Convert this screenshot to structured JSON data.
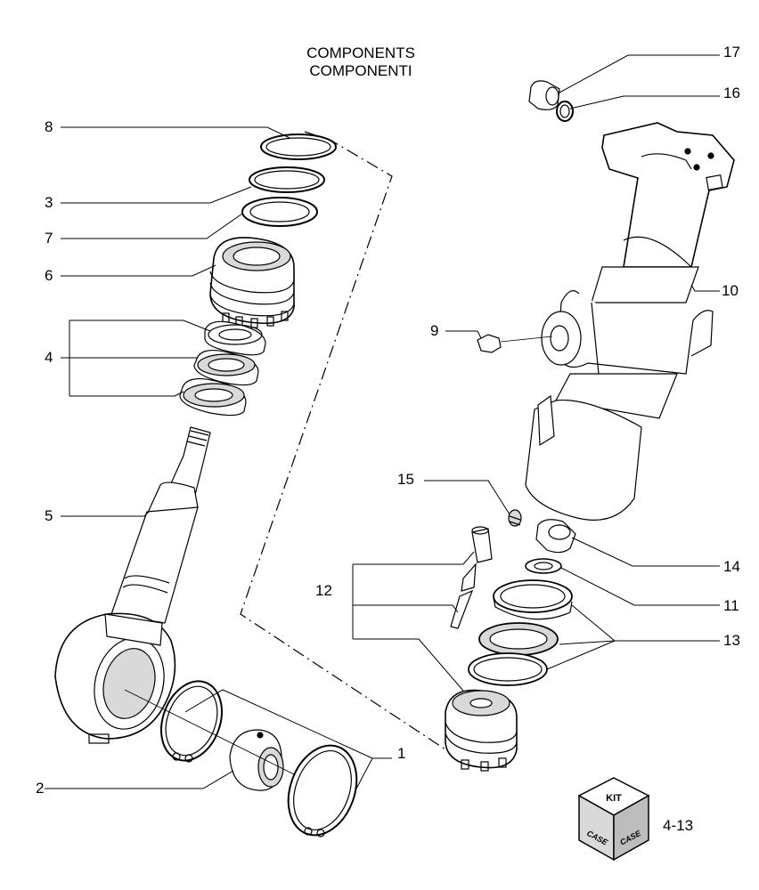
{
  "header": {
    "title_en": "COMPONENTS",
    "title_it": "COMPONENTI"
  },
  "callouts": [
    {
      "id": "1",
      "label": "1"
    },
    {
      "id": "2",
      "label": "2"
    },
    {
      "id": "3",
      "label": "3"
    },
    {
      "id": "4",
      "label": "4"
    },
    {
      "id": "5",
      "label": "5"
    },
    {
      "id": "6",
      "label": "6"
    },
    {
      "id": "7",
      "label": "7"
    },
    {
      "id": "8",
      "label": "8"
    },
    {
      "id": "9",
      "label": "9"
    },
    {
      "id": "10",
      "label": "10"
    },
    {
      "id": "11",
      "label": "11"
    },
    {
      "id": "12",
      "label": "12"
    },
    {
      "id": "13",
      "label": "13"
    },
    {
      "id": "14",
      "label": "14"
    },
    {
      "id": "15",
      "label": "15"
    },
    {
      "id": "16",
      "label": "16"
    },
    {
      "id": "17",
      "label": "17"
    }
  ],
  "badge": {
    "kit_text": "KIT",
    "brand_text": "CASE"
  },
  "footer": {
    "page_number": "4-13"
  },
  "colors": {
    "ink": "#000000",
    "paper": "#ffffff",
    "shade": "#d9d9d9"
  }
}
